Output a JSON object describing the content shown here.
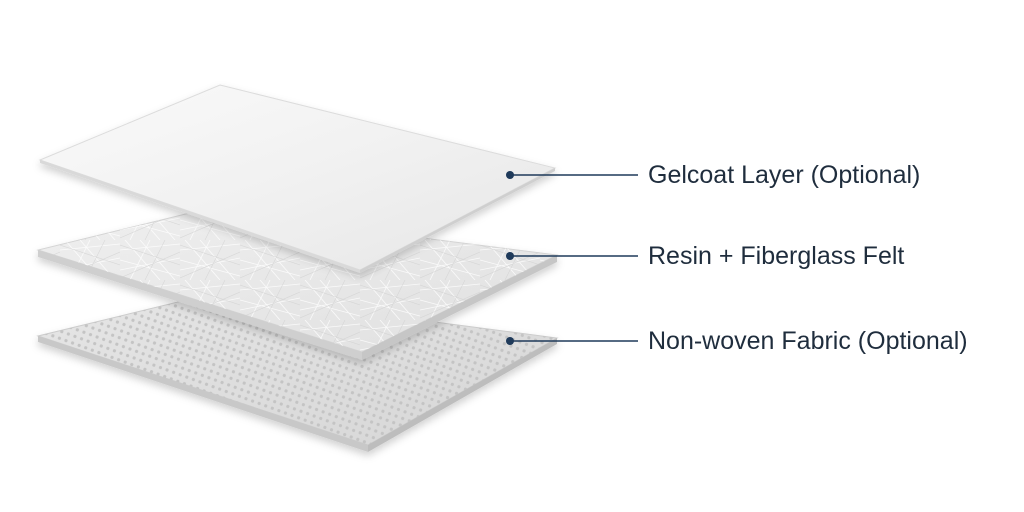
{
  "colors": {
    "label_text": "#1f2d3d",
    "leader_line": "#1f3a5a",
    "gelcoat_surface": "#f3f3f3",
    "felt_surface": "#e9e9e9",
    "fabric_surface": "#dedede"
  },
  "layers": [
    {
      "label": "Gelcoat Layer (Optional)"
    },
    {
      "label": "Resin + Fiberglass Felt"
    },
    {
      "label": "Non-woven Fabric (Optional)"
    }
  ]
}
